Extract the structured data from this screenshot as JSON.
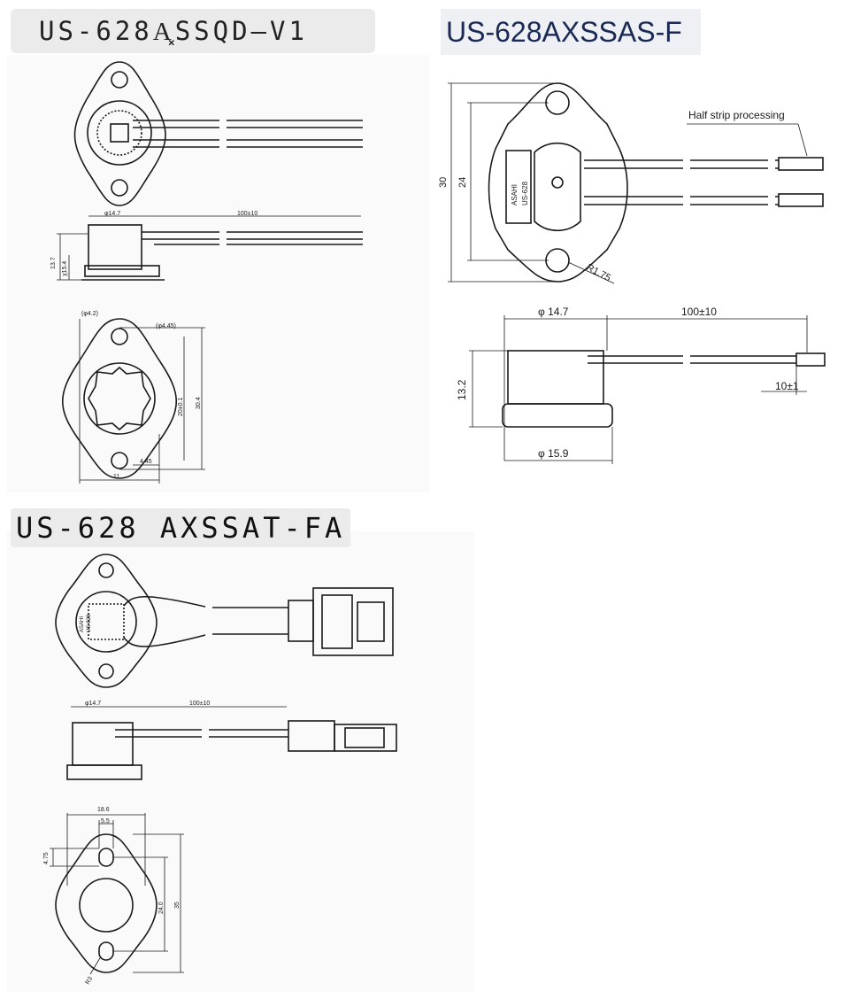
{
  "sections": [
    {
      "title": "US-628A͓SSQD—V1",
      "views": {
        "side": {
          "dim_diameter": "φ14.7",
          "dim_lead": "100±10",
          "dim_height": "13.7",
          "dim_flange": "χ15.4"
        },
        "bottom": {
          "dim_hole_left": "(φ4.2)",
          "dim_hole_right": "(φ4.45)",
          "dim_inner": "20±0.1",
          "dim_outer": "30.4",
          "dim_small": "4.45",
          "dim_bottom": "11"
        }
      }
    },
    {
      "title": "US-628AXSSAS-F",
      "views": {
        "top": {
          "note": "Half strip processing",
          "dim_outer": "30",
          "dim_inner": "24",
          "dim_radius": "R1.75",
          "label_brand": "ASAHI",
          "label_model": "US-628"
        },
        "side": {
          "dim_diameter": "φ 14.7",
          "dim_lead": "100±10",
          "dim_height": "13.2",
          "dim_strip": "10±1",
          "dim_base": "φ 15.9"
        }
      }
    },
    {
      "title": "US-628 AXSSAT-FA",
      "views": {
        "top": {
          "label_brand": "ASAHI",
          "label_model": "US-628"
        },
        "side": {
          "dim_diameter": "φ14.7",
          "dim_lead": "100±10"
        },
        "bottom": {
          "dim_width": "18.6",
          "dim_hole": "5.5",
          "dim_left": "4.75",
          "dim_inner": "24.0",
          "dim_outer": "35",
          "dim_radius": "R3"
        }
      }
    }
  ],
  "colors": {
    "ink": "#1a1a1a",
    "title_blue": "#1a2a55",
    "panel": "#fafafa"
  }
}
